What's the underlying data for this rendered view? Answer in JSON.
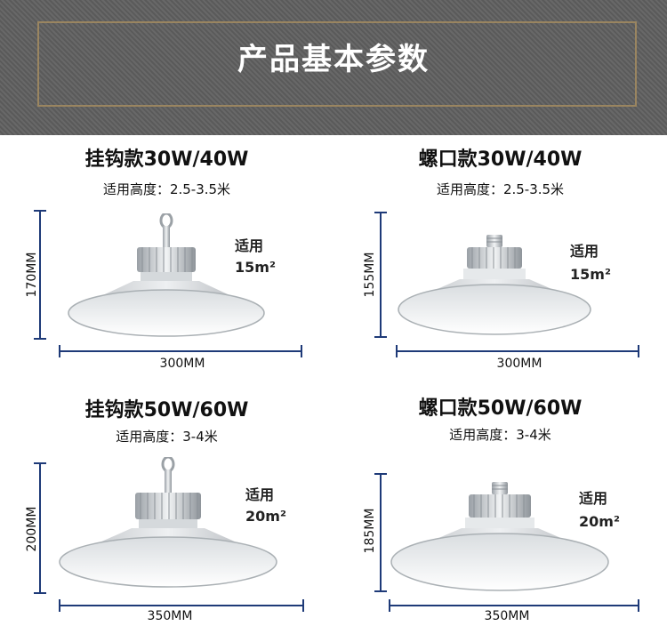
{
  "header": {
    "title": "产品基本参数"
  },
  "products": [
    {
      "title": "挂钩款30W/40W",
      "height_range": "适用高度：2.5-3.5米",
      "area_label": "适用",
      "area": "15m²",
      "dim_height": "170MM",
      "dim_width": "300MM",
      "icon": "hook-lamp-icon"
    },
    {
      "title": "螺口款30W/40W",
      "height_range": "适用高度：2.5-3.5米",
      "area_label": "适用",
      "area": "15m²",
      "dim_height": "155MM",
      "dim_width": "300MM",
      "icon": "screw-lamp-icon"
    },
    {
      "title": "挂钩款50W/60W",
      "height_range": "适用高度：3-4米",
      "area_label": "适用",
      "area": "20m²",
      "dim_height": "200MM",
      "dim_width": "350MM",
      "icon": "hook-lamp-icon"
    },
    {
      "title": "螺口款50W/60W",
      "height_range": "适用高度：3-4米",
      "area_label": "适用",
      "area": "20m²",
      "dim_height": "185MM",
      "dim_width": "350MM",
      "icon": "screw-lamp-icon"
    }
  ],
  "colors": {
    "dimension_line": "#1e3a78",
    "banner_bg": "#5f5f5f",
    "banner_frame": "#9a8560"
  }
}
